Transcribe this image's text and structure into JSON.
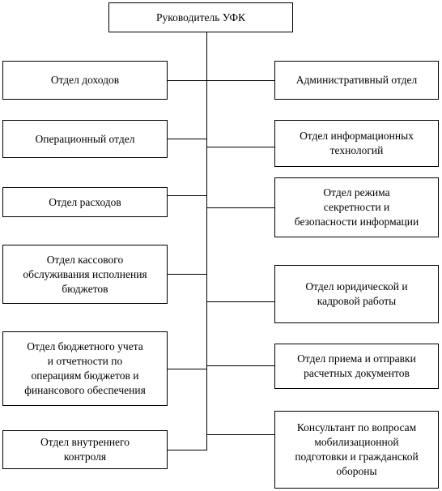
{
  "root": "Руководитель УФК",
  "left": [
    "Отдел доходов",
    "Операционный отдел",
    "Отдел расходов",
    "Отдел кассового\nобслуживания исполнения\nбюджетов",
    "Отдел бюджетного учета\nи отчетности по\nоперациям бюджетов и\nфинансового обеспечения",
    "Отдел внутреннего\nконтроля"
  ],
  "right": [
    "Административный отдел",
    "Отдел информационных\nтехнологий",
    "Отдел режима\nсекретности и\nбезопасности информации",
    "Отдел юридической и\nкадровой работы",
    "Отдел приема и отправки\nрасчетных документов",
    "Консультант по вопросам\nмобилизационной\nподготовки и гражданской\nобороны"
  ]
}
